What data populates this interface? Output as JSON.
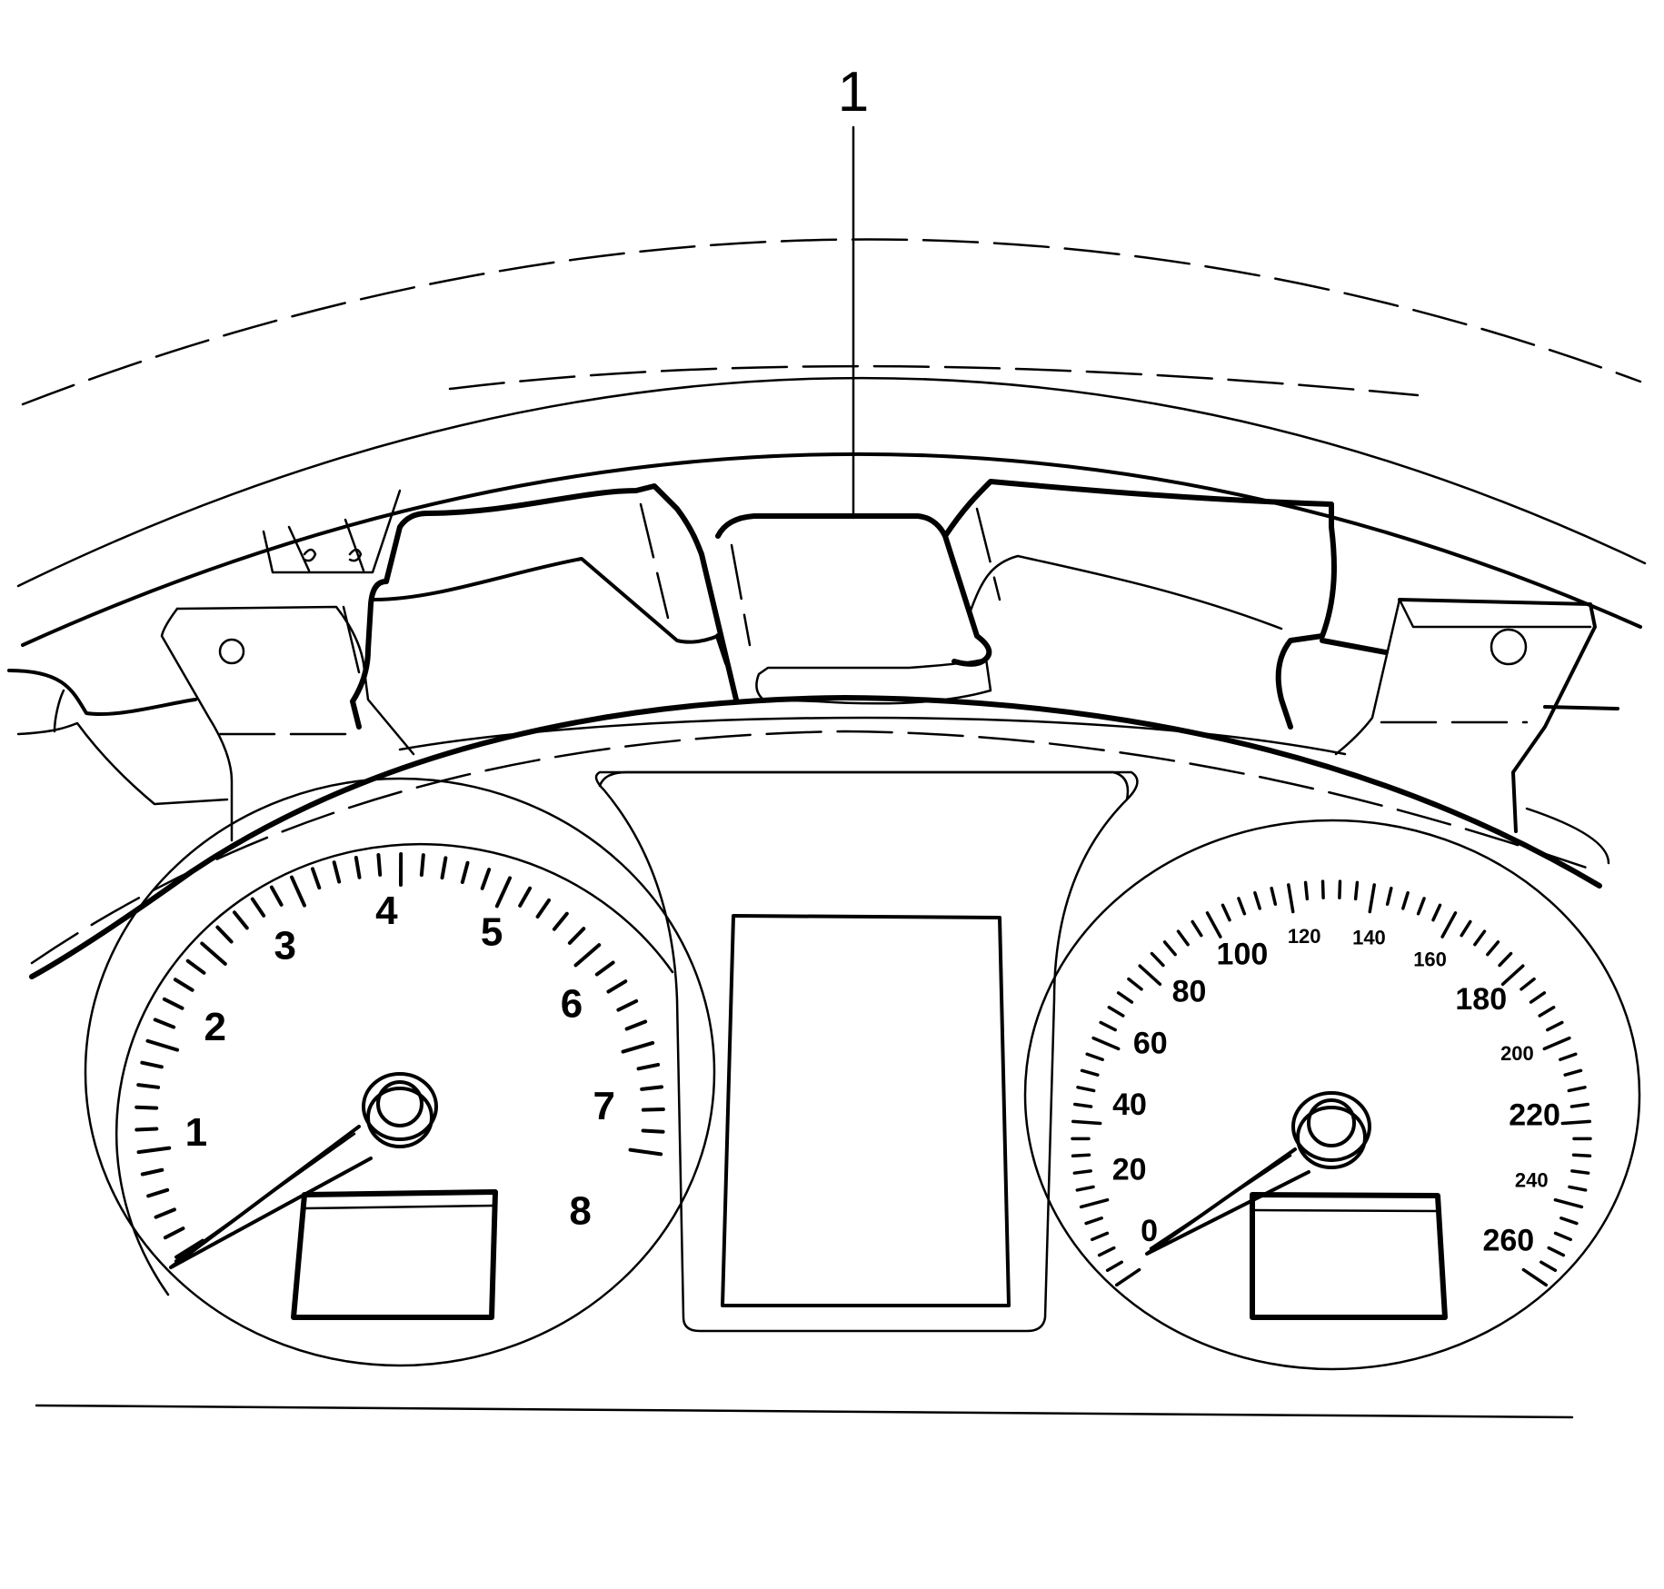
{
  "callout": {
    "label": "1"
  },
  "tachometer": {
    "labels": [
      "1",
      "2",
      "3",
      "4",
      "5",
      "6",
      "7",
      "8"
    ]
  },
  "speedometer": {
    "labels": [
      "0",
      "20",
      "40",
      "60",
      "80",
      "100",
      "120",
      "140",
      "160",
      "180",
      "200",
      "220",
      "240",
      "260"
    ]
  }
}
